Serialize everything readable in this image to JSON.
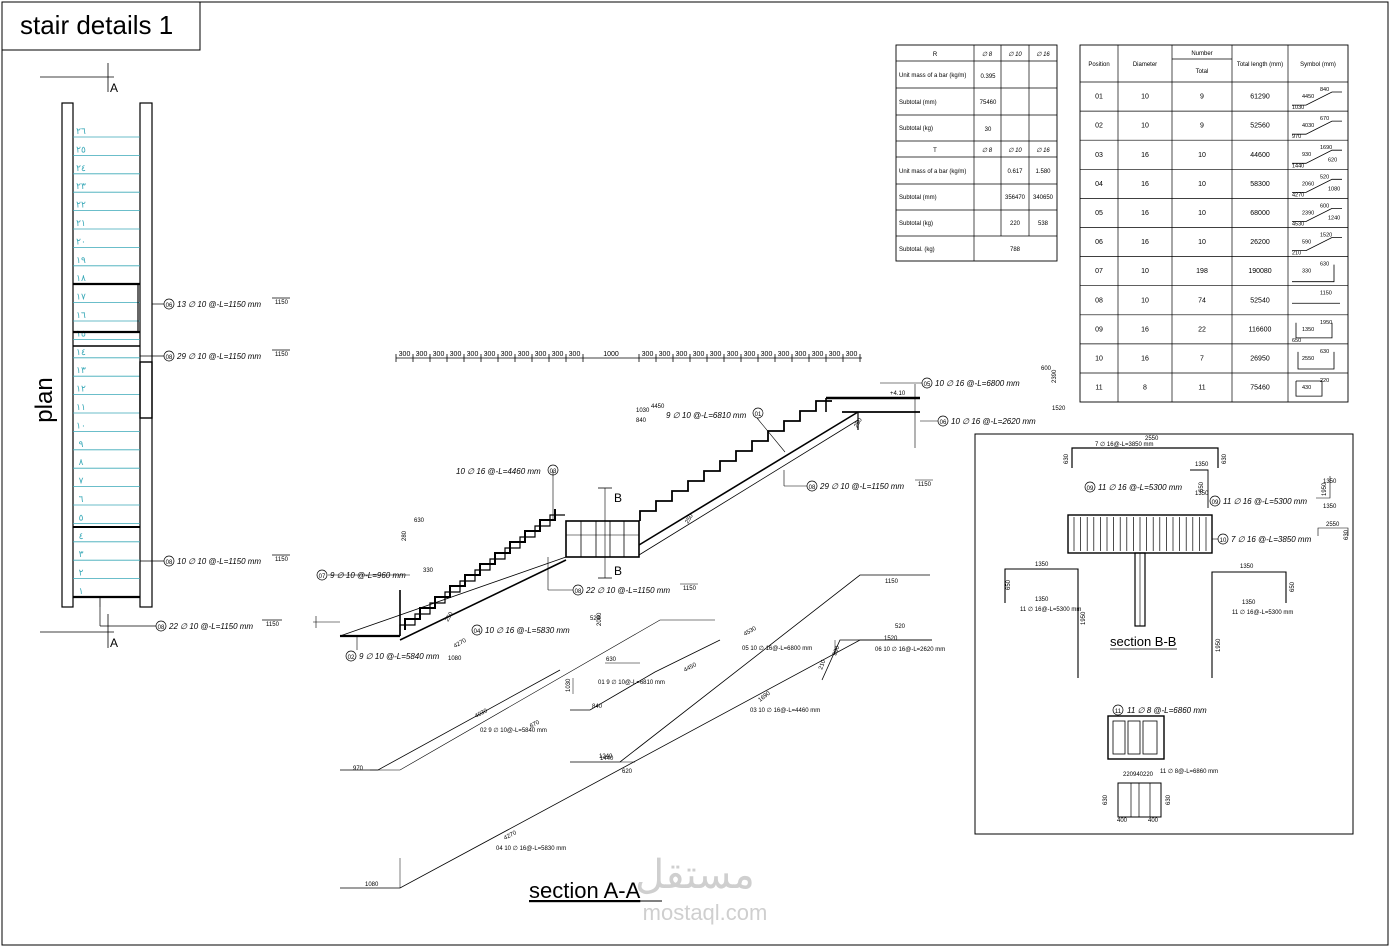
{
  "sheet": {
    "title": "stair details 1",
    "watermark_ar": "مستقل",
    "watermark_url": "mostaql.com"
  },
  "plan": {
    "title": "plan",
    "cut_a_top": "A",
    "cut_a_bottom": "A",
    "step_numbers": [
      "٢٦",
      "٢٥",
      "٢٤",
      "٢٣",
      "٢٢",
      "٢١",
      "٢٠",
      "١٩",
      "١٨",
      "١٧",
      "١٦",
      "١٥",
      "١٤",
      "١٣",
      "١٢",
      "١١",
      "١٠",
      "٩",
      "٨",
      "٧",
      "٦",
      "٥",
      "٤",
      "٣",
      "٢",
      "١"
    ],
    "callouts": [
      {
        "pos": "06",
        "text": "13 ∅ 10 @-L=1150 mm",
        "len": "1150"
      },
      {
        "pos": "08",
        "text": "29 ∅ 10 @-L=1150 mm",
        "len": "1150"
      },
      {
        "pos": "08",
        "text": "10 ∅ 10 @-L=1150 mm",
        "len": "1150"
      },
      {
        "pos": "08",
        "text": "22 ∅ 10 @-L=1150 mm",
        "len": "1150"
      }
    ]
  },
  "summary_table": {
    "header_r": [
      "R",
      "∅ 8",
      "∅ 10",
      "∅ 16"
    ],
    "header_t": [
      "T",
      "∅ 8",
      "∅ 10",
      "∅ 16"
    ],
    "rows_r": [
      [
        "Unit mass of a bar (kg/m)",
        "0.395",
        "",
        ""
      ],
      [
        "Subtotal (mm)",
        "75460",
        "",
        ""
      ],
      [
        "Subtotal (kg)",
        "30",
        "",
        ""
      ]
    ],
    "rows_t": [
      [
        "Unit mass of a bar (kg/m)",
        "",
        "0.617",
        "1.580"
      ],
      [
        "Subtotal (mm)",
        "",
        "356470",
        "340650"
      ],
      [
        "Subtotal (kg)",
        "",
        "220",
        "538"
      ]
    ],
    "total_label": "Subtotal. (kg)",
    "total_value": "788"
  },
  "schedule": {
    "headers": {
      "position": "Position",
      "diameter": "Diameter",
      "number": "Number",
      "total": "Total",
      "total_length": "Total length (mm)",
      "symbol": "Symbol (mm)"
    },
    "rows": [
      {
        "position": "01",
        "diameter": "10",
        "total": "9",
        "length": "61290",
        "dims": [
          "840",
          "4450",
          "1030"
        ]
      },
      {
        "position": "02",
        "diameter": "10",
        "total": "9",
        "length": "52560",
        "dims": [
          "670",
          "4030",
          "970"
        ]
      },
      {
        "position": "03",
        "diameter": "16",
        "total": "10",
        "length": "44600",
        "dims": [
          "1690",
          "930",
          "1440",
          "620"
        ]
      },
      {
        "position": "04",
        "diameter": "16",
        "total": "10",
        "length": "58300",
        "dims": [
          "520",
          "2060",
          "4270",
          "1080"
        ]
      },
      {
        "position": "05",
        "diameter": "16",
        "total": "10",
        "length": "68000",
        "dims": [
          "600",
          "2390",
          "4530",
          "1240"
        ]
      },
      {
        "position": "06",
        "diameter": "16",
        "total": "10",
        "length": "26200",
        "dims": [
          "1520",
          "590",
          "210"
        ]
      },
      {
        "position": "07",
        "diameter": "10",
        "total": "198",
        "length": "190080",
        "dims": [
          "630",
          "330"
        ]
      },
      {
        "position": "08",
        "diameter": "10",
        "total": "74",
        "length": "52540",
        "dims": [
          "1150"
        ]
      },
      {
        "position": "09",
        "diameter": "16",
        "total": "22",
        "length": "116600",
        "dims": [
          "1950",
          "1350",
          "650"
        ]
      },
      {
        "position": "10",
        "diameter": "16",
        "total": "7",
        "length": "26950",
        "dims": [
          "630",
          "2550"
        ]
      },
      {
        "position": "11",
        "diameter": "8",
        "total": "11",
        "length": "75460",
        "dims": [
          "220",
          "430"
        ]
      }
    ]
  },
  "section_aa": {
    "title": "section A-A",
    "dimension_chain": [
      "300",
      "300",
      "300",
      "300",
      "300",
      "300",
      "300",
      "300",
      "300",
      "300",
      "300",
      "1000",
      "300",
      "300",
      "300",
      "300",
      "300",
      "300",
      "300",
      "300",
      "300",
      "300",
      "300",
      "300",
      "300"
    ],
    "cut_b_top": "B",
    "cut_b_bottom": "B",
    "callouts": {
      "c01": {
        "pos": "01",
        "text": "9 ∅ 10 @-L=6810 mm"
      },
      "c02": {
        "pos": "02",
        "text": "9 ∅ 10 @-L=5840 mm"
      },
      "c03": {
        "pos": "03",
        "text": "10 ∅ 16 @-L=4460 mm"
      },
      "c04": {
        "pos": "04",
        "text": "10 ∅ 16 @-L=5830 mm"
      },
      "c05": {
        "pos": "05",
        "text": "10 ∅ 16 @-L=6800 mm"
      },
      "c06": {
        "pos": "06",
        "text": "10 ∅ 16 @-L=2620 mm"
      },
      "c07": {
        "pos": "07",
        "text": "9 ∅ 10 @-L=960 mm"
      },
      "c08a": {
        "pos": "08",
        "text": "29 ∅ 10 @-L=1150 mm",
        "len": "1150"
      },
      "c08b": {
        "pos": "08",
        "text": "22 ∅ 10 @-L=1150 mm",
        "len": "1150"
      }
    },
    "small_labels": {
      "l520": "520",
      "l2060": "2060",
      "l600": "600",
      "l2390": "2390",
      "l1520": "1520",
      "l630": "630",
      "l330": "330",
      "l280": "280",
      "l250a": "250",
      "l250b": "250",
      "l250c": "250",
      "l4450": "4450",
      "l1030": "1030",
      "l840": "840",
      "l4010": "+4.10",
      "l4270": "4270",
      "l1080": "1080"
    }
  },
  "bar_shapes": {
    "b1": {
      "len": "4450",
      "lead": "840",
      "tail": "1030",
      "text": "01 9 ∅ 10@-L=6810 mm"
    },
    "b2": {
      "len": "4030",
      "lead": "970",
      "tail": "670",
      "text": "02 9 ∅ 10@-L=5840 mm"
    },
    "b3": {
      "len": "1690",
      "lead": "1440",
      "tail": "620",
      "text": "03 10 ∅ 16@-L=4460 mm"
    },
    "b4": {
      "len": "4270",
      "lead": "520",
      "tail": "1080",
      "text": "04 10 ∅ 16@-L=5830 mm"
    },
    "b5": {
      "len": "4530",
      "lead": "600",
      "tail": "1240",
      "text": "05 10 ∅ 16@-L=6800 mm"
    },
    "b6": {
      "len": "1520",
      "lead": "590",
      "tail": "210",
      "text": "06 10 ∅ 16@-L=2620 mm"
    }
  },
  "section_bb": {
    "title": "section B-B",
    "callouts": {
      "c09a": {
        "pos": "09",
        "text": "11 ∅ 16 @-L=5300 mm"
      },
      "c09b": {
        "pos": "09",
        "text": "11 ∅ 16 @-L=5300 mm"
      },
      "c10": {
        "pos": "10",
        "text": "7 ∅ 16 @-L=3850 mm"
      },
      "c11": {
        "pos": "11",
        "text": "11 ∅ 8 @-L=6860 mm"
      }
    },
    "top_bar": {
      "text": "7 ∅ 16@-L=3850 mm",
      "len": "2550",
      "leg": "630"
    },
    "left_bar": {
      "text": "11 ∅ 16@-L=5300 mm",
      "len": "1350",
      "leg": "650"
    },
    "right_bar": {
      "text": "11 ∅ 16@-L=5300 mm",
      "len": "1350",
      "leg": "650"
    },
    "dims": {
      "d1350a": "1350",
      "d1350b": "1350",
      "d650a": "650",
      "d1950": "1950",
      "d2550": "2550",
      "d630": "630"
    },
    "stirrup_dims": {
      "a": "220",
      "b": "940",
      "c": "220",
      "w1": "400",
      "w2": "400",
      "h1": "630",
      "h2": "630",
      "text": "11 ∅ 8@-L=6860 mm"
    }
  }
}
